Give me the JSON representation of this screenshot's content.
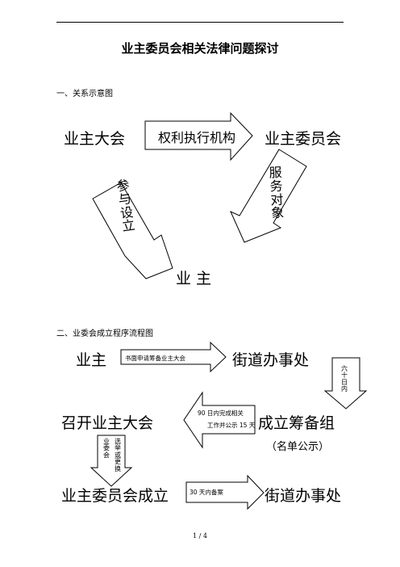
{
  "title": "业主委员会相关法律问题探讨",
  "section1": {
    "heading": "一、关系示意图",
    "owners_assembly": "业主大会",
    "committee": "业主委员会",
    "owner": "业 主",
    "arrow_right_label": "权利执行机构",
    "arrow_down_label": "服务对象",
    "arrow_up_label": "参与设立"
  },
  "section2": {
    "heading": "二、业委会成立程序流程图",
    "row1_left": "业主",
    "row1_arrow": "书面申请筹备业主大会",
    "row1_right": "街道办事处",
    "down_arrow_right": "六十日内",
    "row2_left": "召开业主大会",
    "row2_arrow_line1": "90 日内完成相关",
    "row2_arrow_line2": "工作并公示 15 天",
    "row2_right": "成立筹备组",
    "row2_note": "（名单公示）",
    "down_arrow_left_col1": "业委会",
    "down_arrow_left_col2": "选举或更换",
    "row3_left": "业主委员会成立",
    "row3_arrow": "30 天内备案",
    "row3_right": "街道办事处"
  },
  "footer": {
    "page": "1 / 4"
  }
}
